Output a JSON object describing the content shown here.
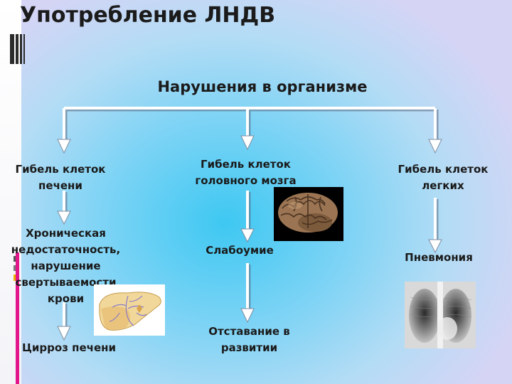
{
  "title": "Употребление  ЛНДВ",
  "heading": "Нарушения в организме",
  "nodes": {
    "liver_death": "Гибель клеток печени",
    "brain_death": "Гибель клеток головного мозга",
    "lung_death": "Гибель клеток легких",
    "chronic_insufficiency": "Хроническая недостаточность, нарушение свертываемости крови",
    "dementia": "Слабоумие",
    "pneumonia": "Пневмония",
    "cirrhosis": "Цирроз печени",
    "developmental_delay": "Отставание в развитии"
  },
  "colors": {
    "accent": "#e2168a",
    "arrow": "#ffffff",
    "background": "#3ec8f2"
  }
}
